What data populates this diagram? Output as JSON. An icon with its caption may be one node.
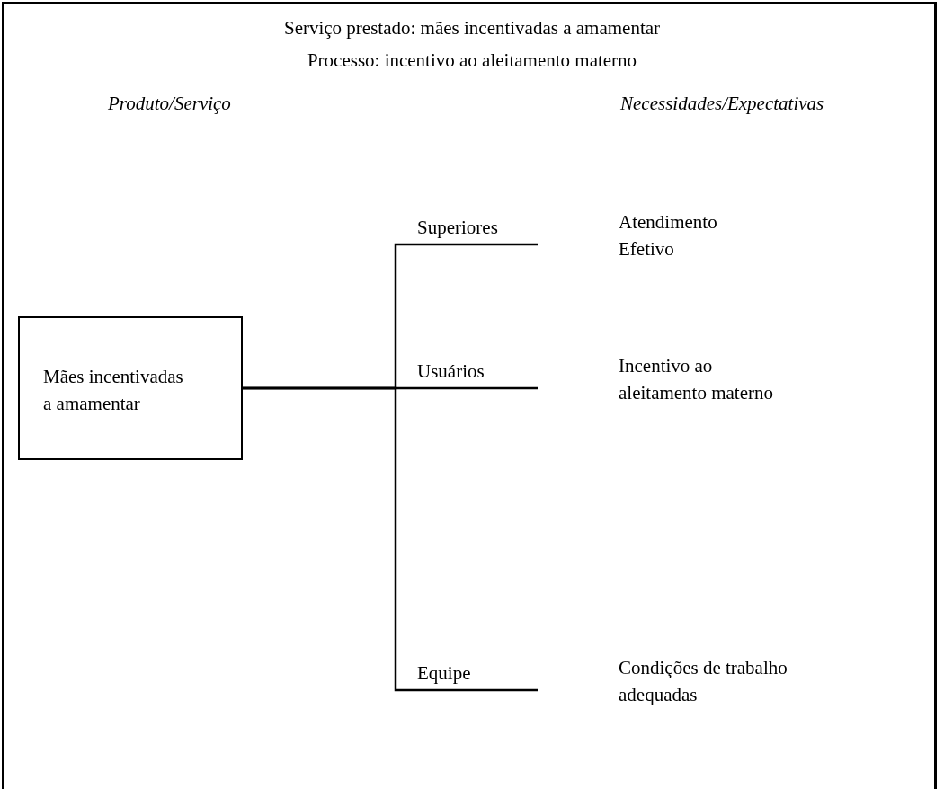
{
  "diagram": {
    "title": "Serviço prestado: mães incentivadas a amamentar",
    "nodes": [
      {
        "text": [
          "Mães incentivadas a amamentar"
        ]
      },
      {
        "text": [
          "Superiores"
        ]
      },
      {
        "text": [
          "Usuários"
        ]
      },
      {
        "text": [
          "Equipe"
        ]
      }
    ],
    "edges": [
      {
        "from": 0,
        "to": 1,
        "arrow": "none"
      },
      {
        "from": 0,
        "to": 2,
        "arrow": "none"
      },
      {
        "from": 0,
        "to": 3,
        "arrow": "none"
      }
    ],
    "labels": [
      "Processo: incentivo ao aleitamento materno",
      "Produto/Serviço",
      "Necessidades/Expectativas",
      "Atendimento Efetivo",
      "Incentivo ao aleitamento materno",
      "Condições de trabalho adequadas"
    ]
  }
}
